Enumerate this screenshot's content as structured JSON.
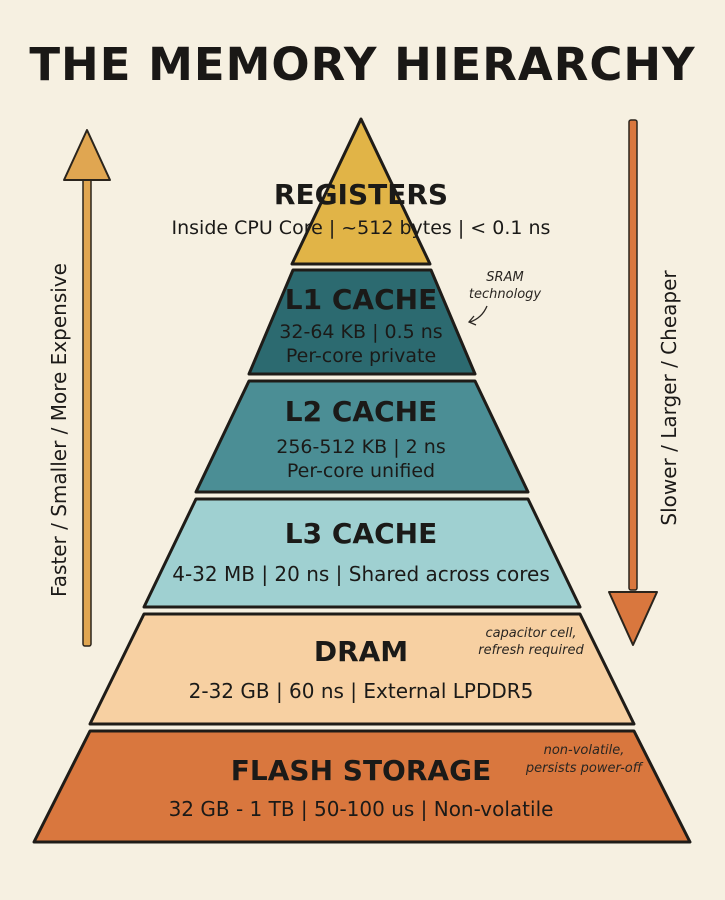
{
  "title": "THE MEMORY HIERARCHY",
  "side_labels": {
    "left": "Faster / Smaller / More Expensive",
    "right": "Slower / Larger / Cheaper"
  },
  "colors": {
    "background": "#f6f0e1",
    "registers": "#e1b447",
    "l1": "#2c6a70",
    "l2": "#4b8e95",
    "l3": "#9fd0d1",
    "dram": "#f7d0a2",
    "flash": "#d9773e",
    "arrow_left": "#e0a651",
    "arrow_right": "#d9773e"
  },
  "levels": [
    {
      "name": "REGISTERS",
      "info": [
        "Inside CPU Core | ~512 bytes | < 0.1 ns"
      ]
    },
    {
      "name": "L1 CACHE",
      "info": [
        "32-64 KB | 0.5 ns",
        "Per-core private"
      ]
    },
    {
      "name": "L2 CACHE",
      "info": [
        "256-512 KB | 2 ns",
        "Per-core unified"
      ]
    },
    {
      "name": "L3 CACHE",
      "info": [
        "4-32 MB | 20 ns | Shared across cores"
      ]
    },
    {
      "name": "DRAM",
      "info": [
        "2-32 GB | 60 ns | External LPDDR5"
      ]
    },
    {
      "name": "FLASH STORAGE",
      "info": [
        "32 GB - 1 TB | 50-100 us | Non-volatile"
      ]
    }
  ],
  "annotations": {
    "sram": [
      "SRAM",
      "technology"
    ],
    "dram": [
      "capacitor cell,",
      "refresh required"
    ],
    "flash": [
      "non-volatile,",
      "persists power-off"
    ]
  }
}
